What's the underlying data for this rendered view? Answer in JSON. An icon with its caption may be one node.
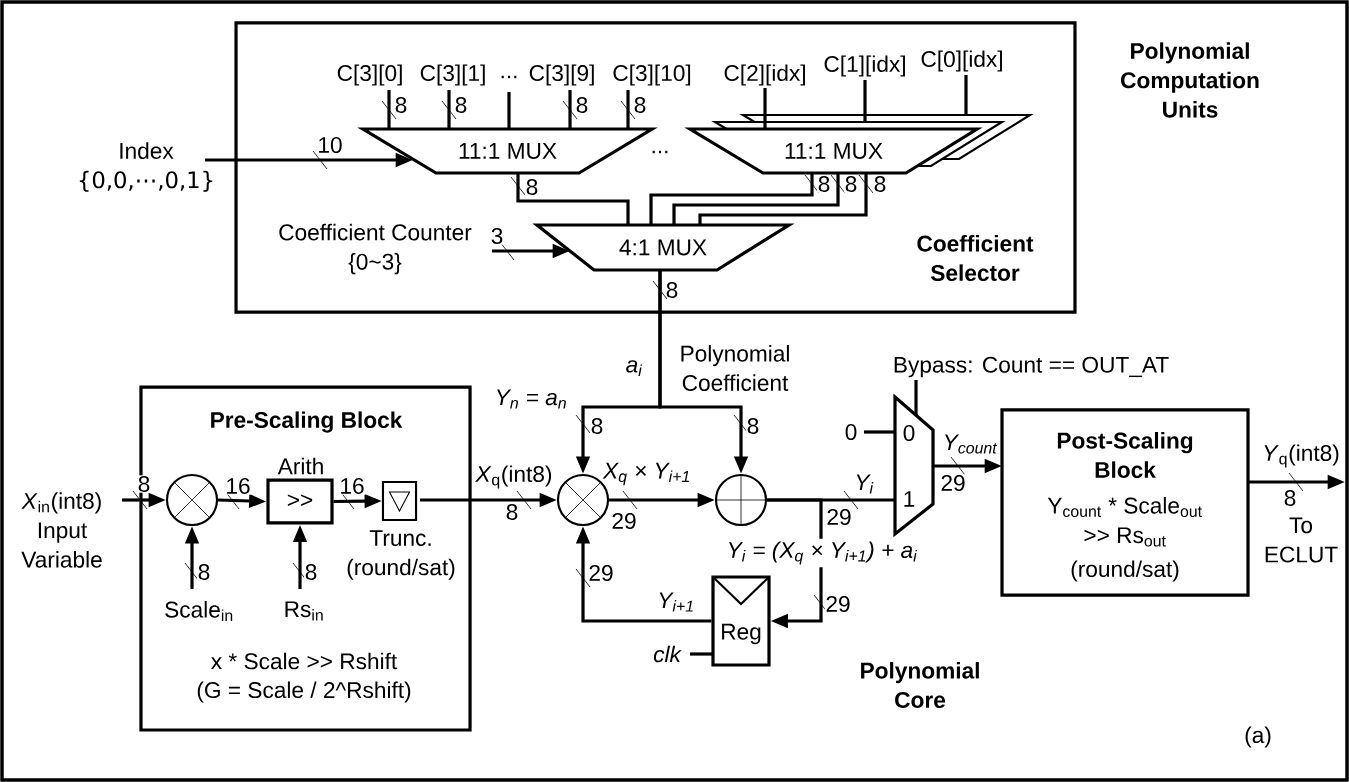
{
  "diagram": {
    "title": "Polynomial Computation Units",
    "nodes": [
      {
        "text": [
          "Coefficient Selector"
        ]
      },
      {
        "text": [
          "C[3][0]"
        ],
        "in": 0
      },
      {
        "text": [
          "C[3][1]"
        ],
        "in": 0
      },
      {
        "text": [
          "..."
        ],
        "in": 0
      },
      {
        "text": [
          "C[3][9]"
        ],
        "in": 0
      },
      {
        "text": [
          "C[3][10]"
        ],
        "in": 0
      },
      {
        "text": [
          "C[2][idx]"
        ],
        "in": 0
      },
      {
        "text": [
          "C[1][idx]"
        ],
        "in": 0
      },
      {
        "text": [
          "C[0][idx]"
        ],
        "in": 0
      },
      {
        "text": [
          "11:1 MUX"
        ],
        "in": 0
      },
      {
        "text": [
          "11:1 MUX"
        ],
        "in": 0
      },
      {
        "text": [
          "4:1 MUX"
        ],
        "in": 0
      },
      {
        "text": [
          "Coefficient Counter",
          "{0~3}"
        ],
        "in": 0
      },
      {
        "text": [
          "Index",
          "{0,0,⋯,0,1}"
        ]
      },
      {
        "text": [
          "Pre-Scaling Block",
          "x * Scale >> Rshift",
          "(G = Scale / 2^Rshift)"
        ]
      },
      {
        "text": [
          "*X*$_{in}$(int8)",
          "Input Variable"
        ]
      },
      {
        "text": [],
        "shape": "circle",
        "in": 14
      },
      {
        "text": [
          ">>"
        ],
        "beside": [
          "Arith"
        ],
        "in": 14
      },
      {
        "text": [],
        "shape": "box",
        "beside": [
          "Trunc. (round/sat)"
        ],
        "in": 14
      },
      {
        "text": [
          "Scale$_{in}$"
        ],
        "in": 14
      },
      {
        "text": [
          "Rs$_{in}$"
        ],
        "in": 14
      },
      {
        "text": [],
        "shape": "circle"
      },
      {
        "text": [],
        "shape": "circle"
      },
      {
        "text": [
          "0"
        ]
      },
      {
        "text": [
          "0",
          "1"
        ]
      },
      {
        "text": [
          "Bypass: Count == OUT_AT"
        ]
      },
      {
        "text": [
          "Reg"
        ]
      },
      {
        "text": [
          "clk"
        ]
      },
      {
        "text": [
          "Post-Scaling Block",
          "Y$_{count}$ * Scale$_{out}$",
          ">> Rs$_{out}$",
          "(round/sat)"
        ]
      },
      {
        "text": [
          "*Y*$_{q}$(int8)",
          "To ECLUT"
        ]
      }
    ],
    "edges": [
      {
        "from": 1,
        "to": 9,
        "arrow": "none",
        "label": "8"
      },
      {
        "from": 2,
        "to": 9,
        "arrow": "none",
        "label": "8"
      },
      {
        "from": 3,
        "to": 9,
        "arrow": "none"
      },
      {
        "from": 4,
        "to": 9,
        "arrow": "none",
        "label": "8"
      },
      {
        "from": 5,
        "to": 9,
        "arrow": "none",
        "label": "8"
      },
      {
        "from": 6,
        "to": 10,
        "arrow": "none"
      },
      {
        "from": 7,
        "to": 10,
        "arrow": "none"
      },
      {
        "from": 8,
        "to": 10,
        "arrow": "none"
      },
      {
        "from": 13,
        "to": 9,
        "arrow": "to",
        "label": "10"
      },
      {
        "from": 9,
        "to": 11,
        "arrow": "none",
        "label": "8"
      },
      {
        "from": 10,
        "to": 11,
        "arrow": "none",
        "label": "8"
      },
      {
        "from": 10,
        "to": 11,
        "arrow": "none",
        "label": "8"
      },
      {
        "from": 10,
        "to": 11,
        "arrow": "none",
        "label": "8"
      },
      {
        "from": 12,
        "to": 11,
        "arrow": "to",
        "label": "3"
      },
      {
        "from": 11,
        "to": 21,
        "arrow": "to",
        "label": "8"
      },
      {
        "from": 11,
        "to": 22,
        "arrow": "to",
        "label": "8"
      },
      {
        "from": 15,
        "to": 16,
        "arrow": "to",
        "label": "8"
      },
      {
        "from": 19,
        "to": 16,
        "arrow": "to",
        "label": "8"
      },
      {
        "from": 16,
        "to": 17,
        "arrow": "to",
        "label": "16"
      },
      {
        "from": 20,
        "to": 17,
        "arrow": "to",
        "label": "8"
      },
      {
        "from": 17,
        "to": 18,
        "arrow": "to",
        "label": "16"
      },
      {
        "from": 18,
        "to": 21,
        "arrow": "to",
        "label": "8"
      },
      {
        "from": 21,
        "to": 22,
        "arrow": "to",
        "label": "29"
      },
      {
        "from": 22,
        "to": 24,
        "arrow": "none",
        "label": "29"
      },
      {
        "from": 22,
        "to": 26,
        "arrow": "to",
        "label": "29"
      },
      {
        "from": 26,
        "to": 21,
        "arrow": "to",
        "label": "29"
      },
      {
        "from": 27,
        "to": 26,
        "arrow": "none"
      },
      {
        "from": 23,
        "to": 24,
        "arrow": "none"
      },
      {
        "from": 25,
        "to": 24,
        "arrow": "none"
      },
      {
        "from": 24,
        "to": 28,
        "arrow": "to",
        "label": "29"
      },
      {
        "from": 28,
        "to": 29,
        "arrow": "to",
        "label": "8"
      }
    ],
    "labels": [
      "Polynomial Core",
      "(a)",
      "...",
      "8",
      "a$_{i}$",
      "Polynomial Coefficient",
      "Y$_{n}$ = a$_{n}$",
      "*X*$_{q}$(int8)",
      "X$_{q}$ × Y$_{i+1}$",
      "Y$_{i}$",
      "Y$_{count}$",
      "Y$_{i}$ = (X$_{q}$ × Y$_{i+1}$) + a$_{i}$",
      "Y$_{i+1}$"
    ]
  }
}
